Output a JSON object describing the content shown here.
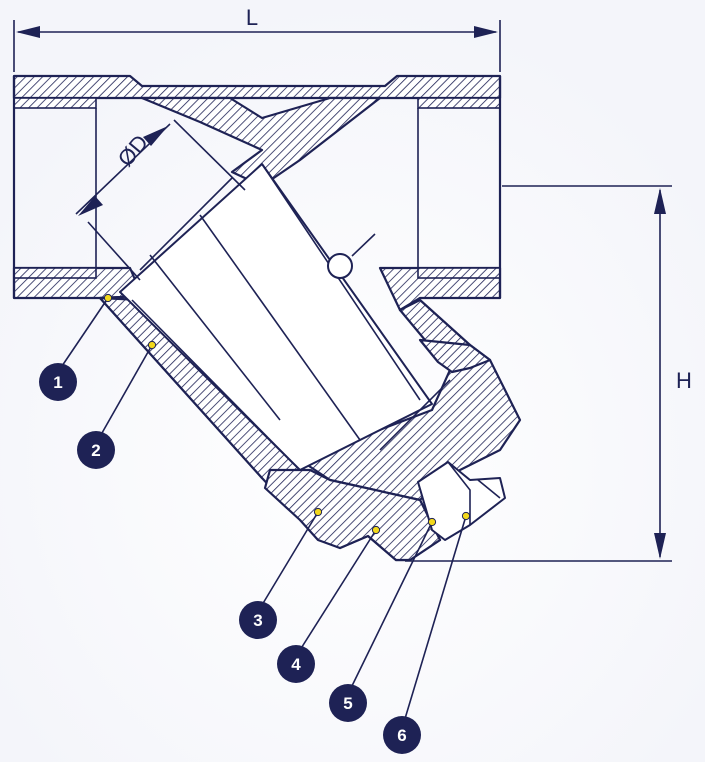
{
  "dimensions": {
    "length_label": "L",
    "height_label": "H",
    "diameter_label": "ØD"
  },
  "callouts": [
    "1",
    "2",
    "3",
    "4",
    "5",
    "6"
  ],
  "colors": {
    "line": "#1e2255",
    "callout_fill": "#1e2255",
    "marker": "#f2d81b"
  }
}
